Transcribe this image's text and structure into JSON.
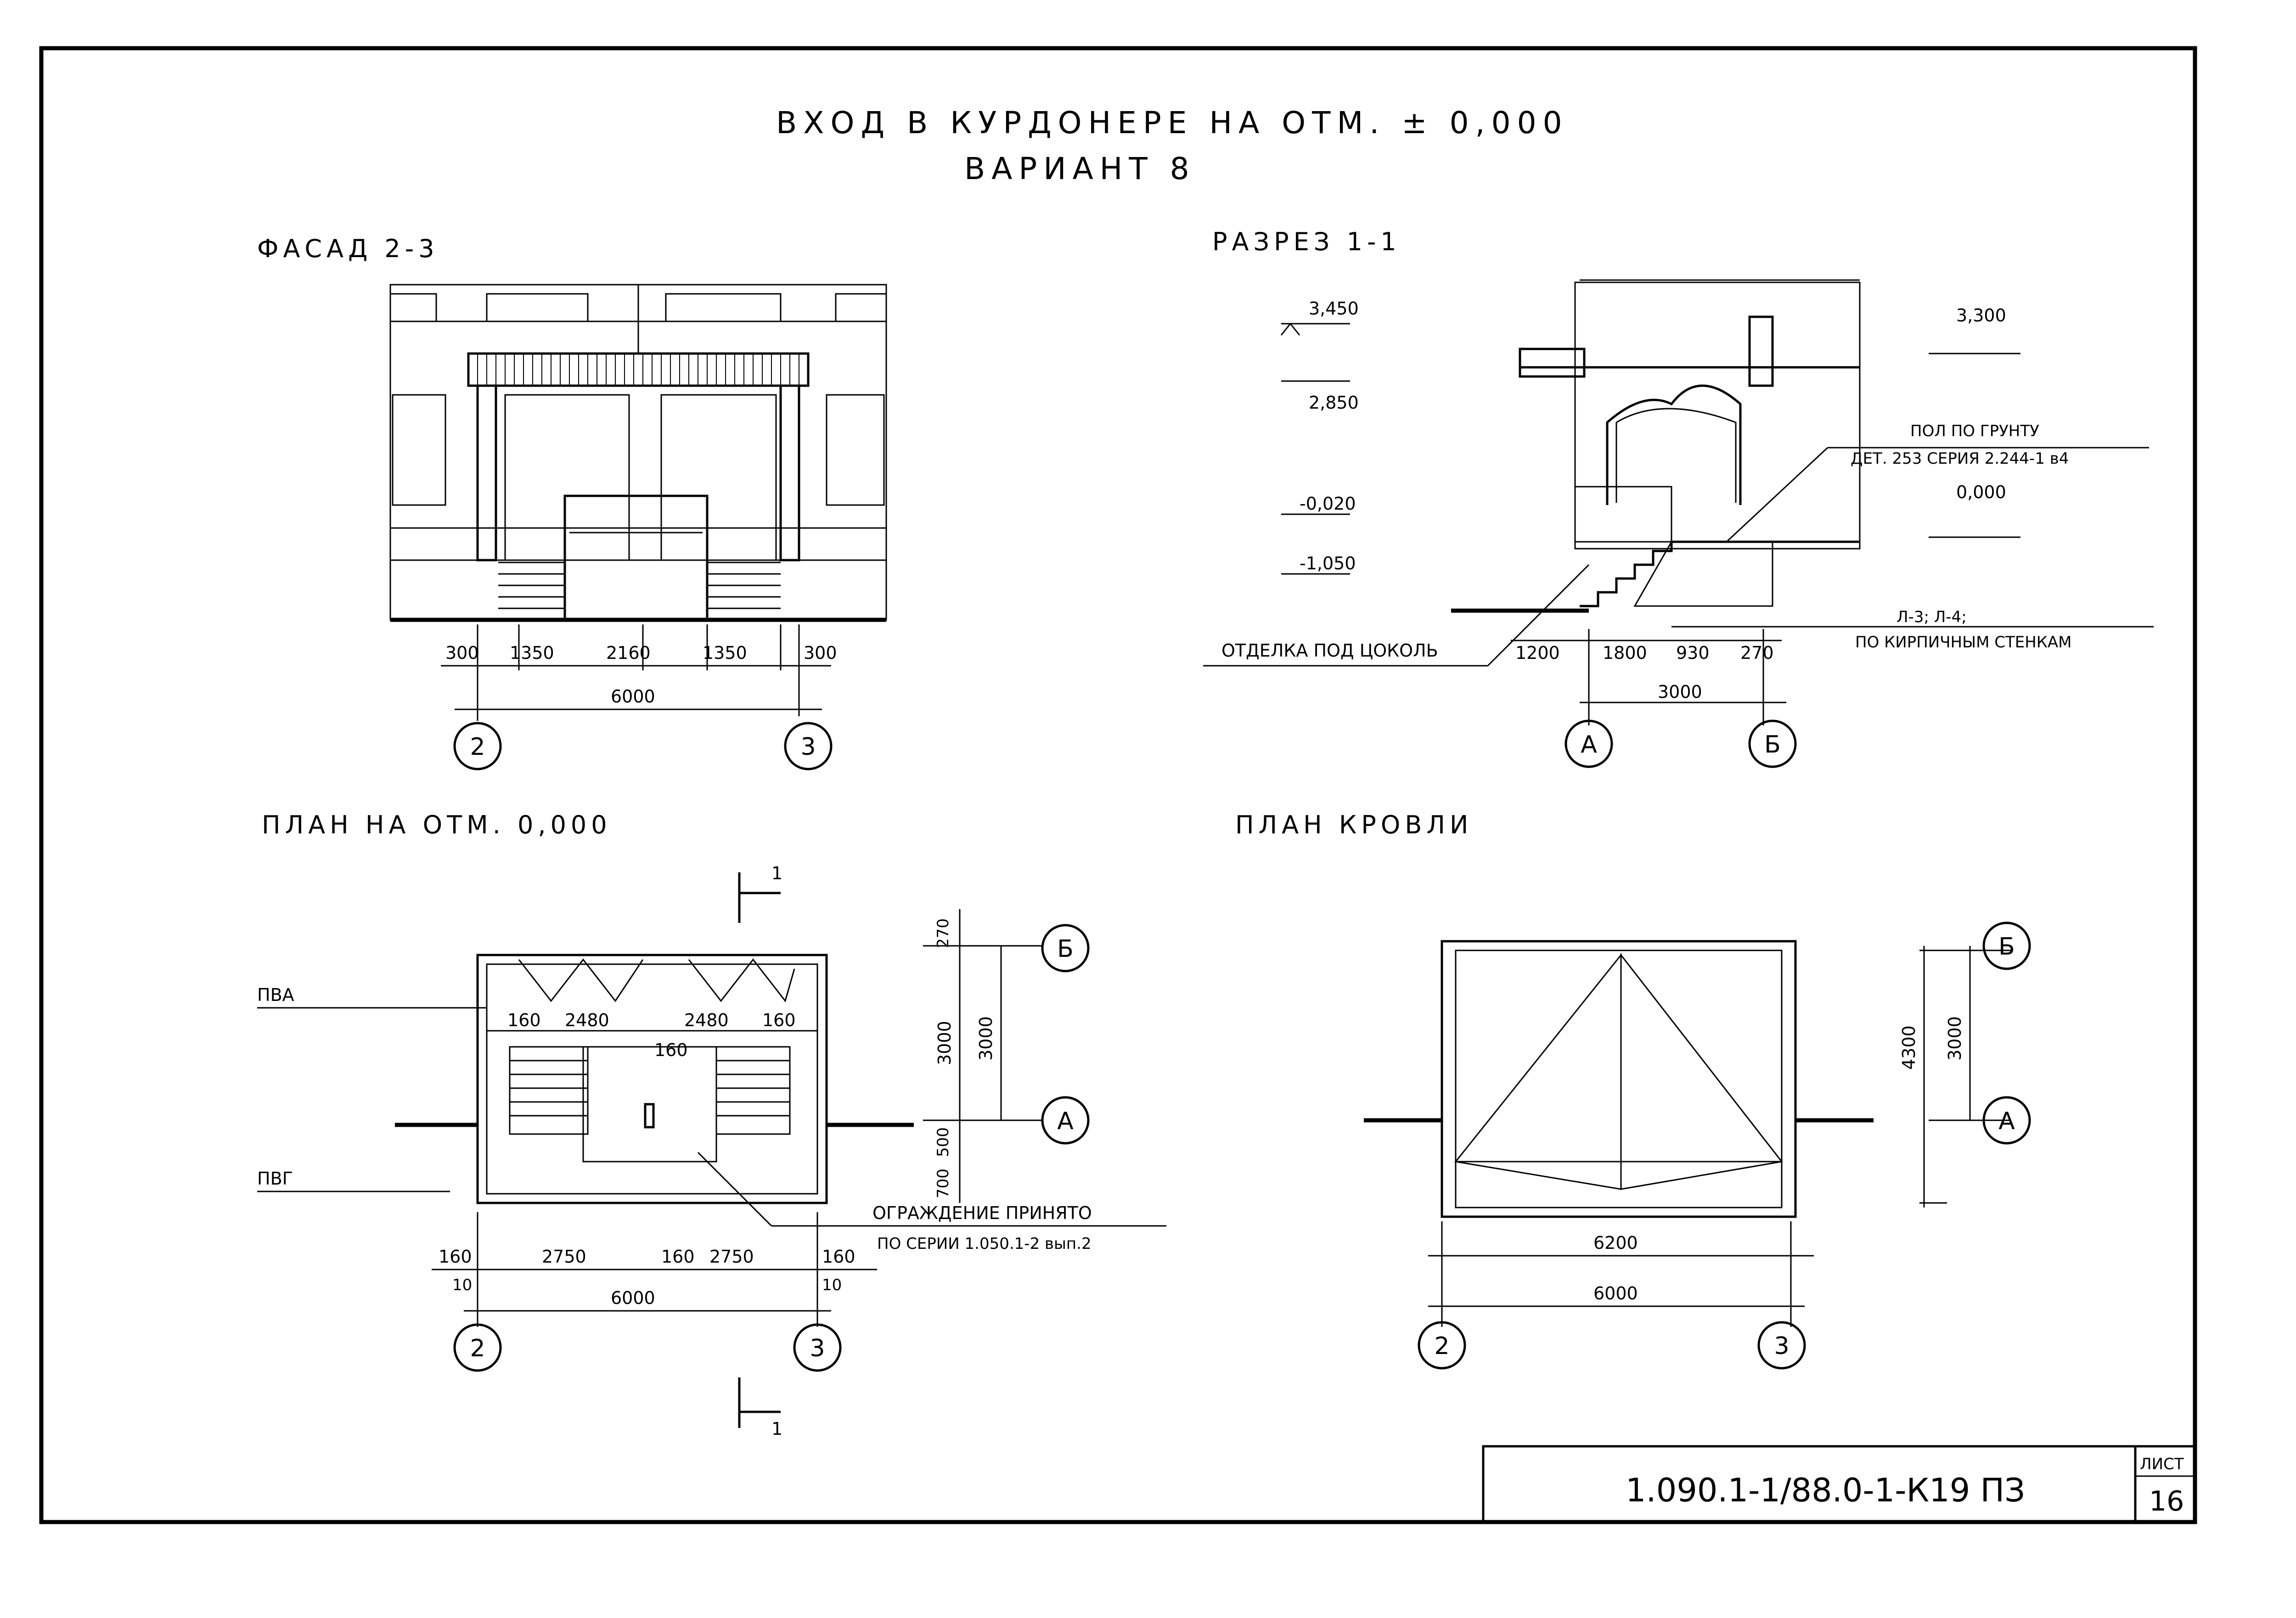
{
  "title": {
    "line1": "ВХОД В КУРДОНЕРЕ НА ОТМ. ± 0,000",
    "line2": "ВАРИАНТ 8"
  },
  "facade": {
    "label": "ФАСАД 2-3",
    "dims": [
      "300",
      "1350",
      "2160",
      "1350",
      "300"
    ],
    "total": "6000",
    "axes": [
      "2",
      "3"
    ]
  },
  "section": {
    "label": "РАЗРЕЗ 1-1",
    "marks_left": [
      "3,450",
      "2,850",
      "-0,020",
      "-1,050"
    ],
    "marks_right": [
      "3,300",
      "0,000"
    ],
    "note_floor": [
      "ПОЛ ПО ГРУНТУ",
      "ДЕТ. 253 СЕРИЯ 2.244-1 в4"
    ],
    "note_finish": "ОТДЕЛКА ПОД ЦОКОЛЬ",
    "note_lintel": [
      "Л-3; Л-4;",
      "ПО КИРПИЧНЫМ СТЕНКАМ"
    ],
    "dims": [
      "1200",
      "1800",
      "930",
      "270"
    ],
    "total": "3000",
    "axes": [
      "А",
      "Б"
    ]
  },
  "plan": {
    "label": "ПЛАН НА ОТМ. 0,000",
    "cut_mark": "1",
    "tags": [
      "ПВА",
      "ПВГ"
    ],
    "inner_dims": [
      "160",
      "2480",
      "2480",
      "160"
    ],
    "center_dim": "160",
    "right_dims": [
      "270",
      "3000",
      "3000",
      "500",
      "700"
    ],
    "bottom_dims": [
      "160",
      "2750",
      "160",
      "2750",
      "160"
    ],
    "bottom_small": [
      "10",
      "10"
    ],
    "total": "6000",
    "note": [
      "ОГРАЖДЕНИЕ ПРИНЯТО",
      "ПО СЕРИИ 1.050.1-2 вып.2"
    ],
    "axes": [
      "2",
      "3",
      "Б",
      "А"
    ]
  },
  "roof": {
    "label": "ПЛАН КРОВЛИ",
    "dim_inner": "6200",
    "total": "6000",
    "right_dims": [
      "4300",
      "3000"
    ],
    "axes": [
      "2",
      "3",
      "Б",
      "А"
    ]
  },
  "stamp": {
    "code": "1.090.1-1/88.0-1-К19 ПЗ",
    "sheet_label": "ЛИСТ",
    "sheet": "16"
  }
}
